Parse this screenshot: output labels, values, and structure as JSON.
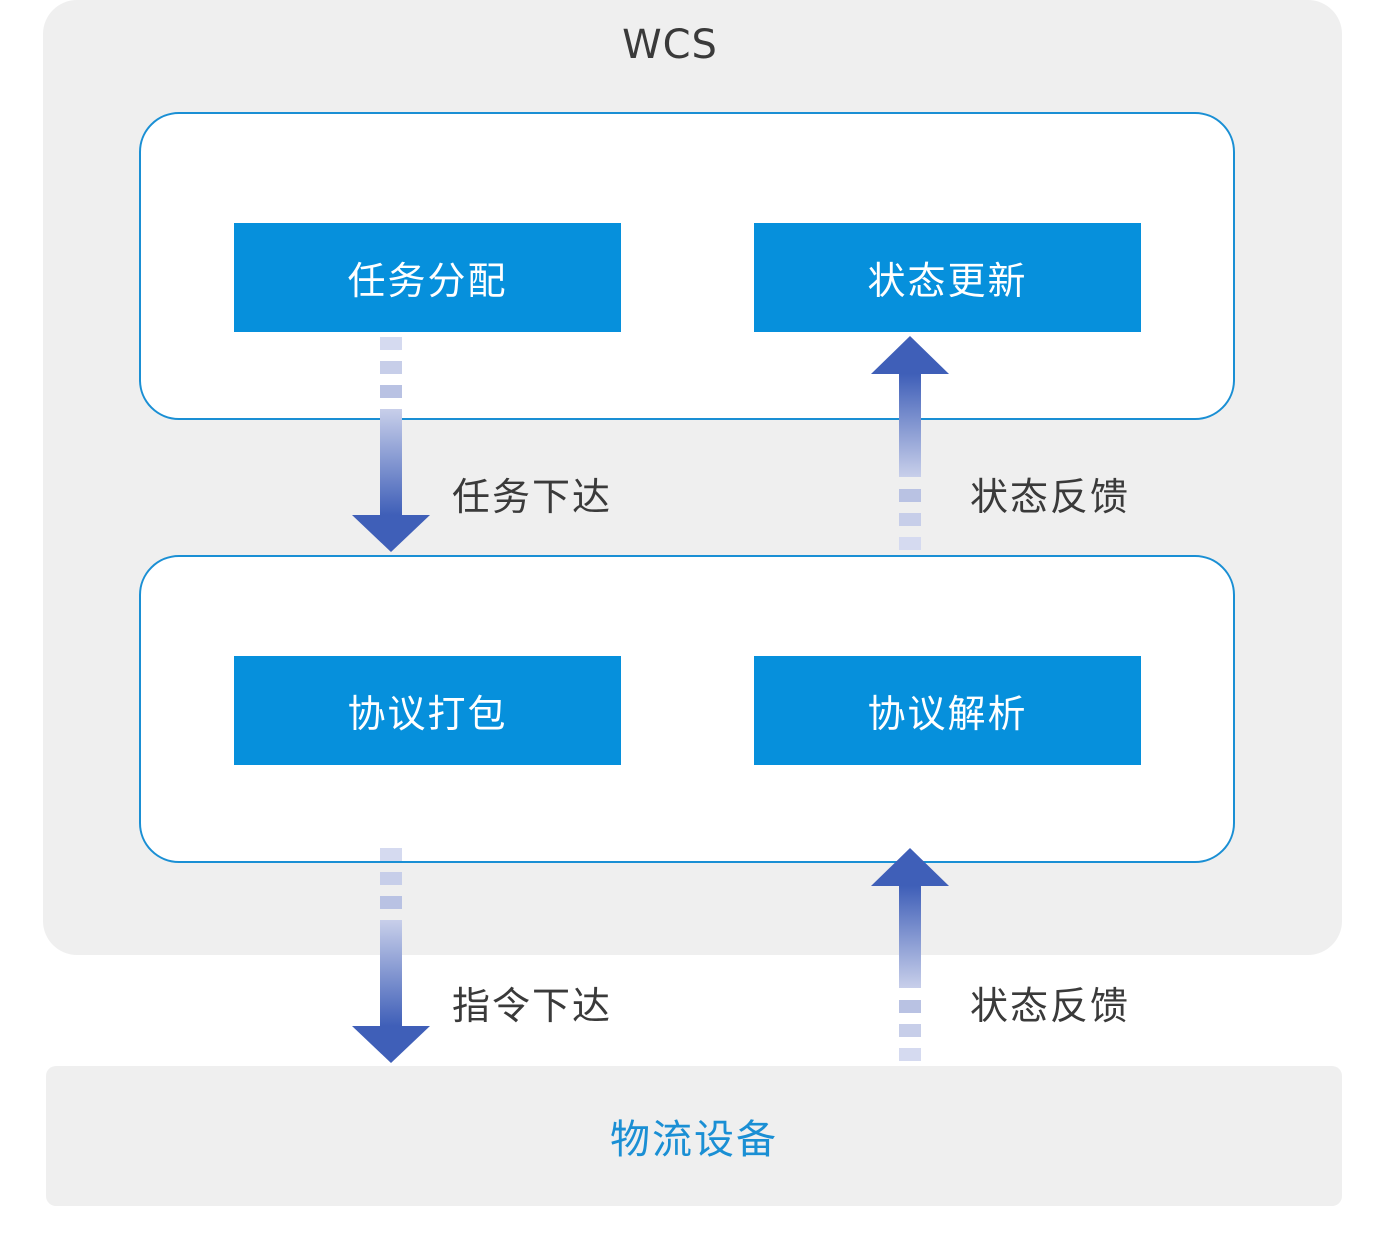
{
  "wcs": {
    "title": "WCS"
  },
  "upper_layer": {
    "left_block": "任务分配",
    "right_block": "状态更新"
  },
  "middle_layer": {
    "left_block": "协议打包",
    "right_block": "协议解析"
  },
  "connectors": {
    "upper_down": "任务下达",
    "upper_up": "状态反馈",
    "lower_down": "指令下达",
    "lower_up": "状态反馈"
  },
  "equipment": {
    "label": "物流设备"
  },
  "colors": {
    "panel_bg": "#efefef",
    "block_blue": "#0690dc",
    "border_blue": "#1a8fd4",
    "arrow_dark": "#3f5fb8",
    "arrow_light": "#c8cfea"
  }
}
